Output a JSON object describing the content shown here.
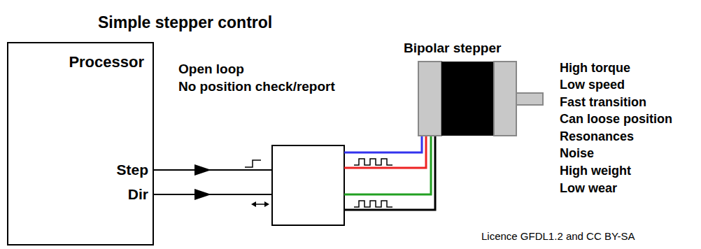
{
  "diagram": {
    "title": "Simple stepper control",
    "nodes": [
      {
        "text": [
          "Processor"
        ]
      }
    ],
    "labels": [
      "Open loop",
      "No position check/report",
      "Bipolar stepper",
      "Step",
      "Dir",
      "High torque",
      "Low speed",
      "Fast transition",
      "Can loose position",
      "Resonances",
      "Noise",
      "High weight",
      "Low wear",
      "Licence GFDL1.2 and CC BY-SA"
    ]
  }
}
